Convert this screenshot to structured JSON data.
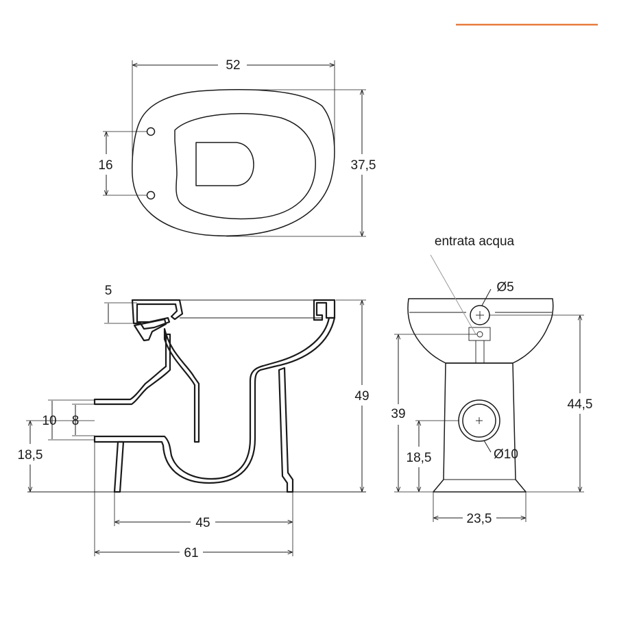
{
  "accent_color": "#e87a3c",
  "top_view": {
    "width": "52",
    "depth": "37,5",
    "hole_spacing": "16"
  },
  "side_view": {
    "rim_height": "5",
    "total_height": "49",
    "outlet_diameter": "10",
    "outlet_inner": "8",
    "outlet_height": "18,5",
    "base_length": "45",
    "total_length": "61"
  },
  "front_view": {
    "water_inlet_label": "entrata acqua",
    "inlet_diameter": "Ø5",
    "inlet_height": "39",
    "total_height": "44,5",
    "drain_height": "18,5",
    "drain_diameter": "Ø10",
    "base_width": "23,5"
  }
}
